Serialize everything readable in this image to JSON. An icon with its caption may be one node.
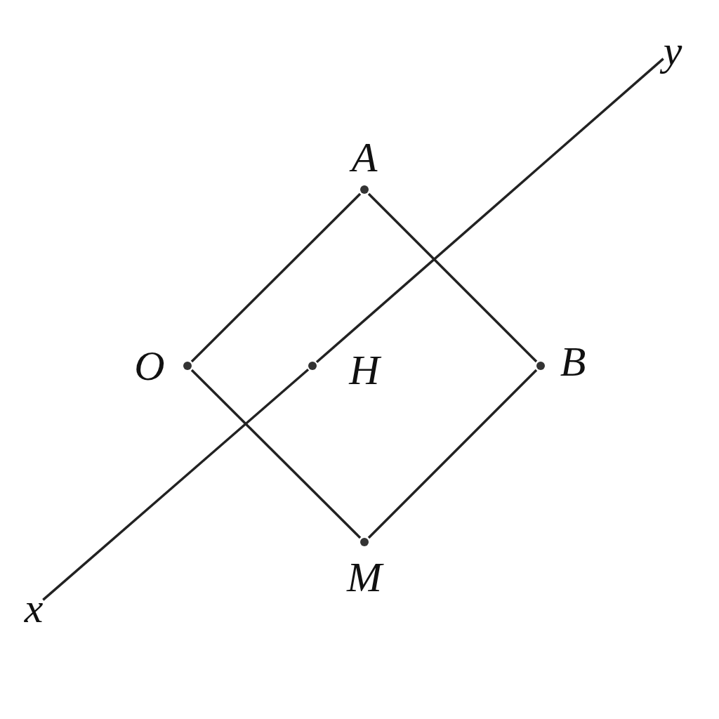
{
  "diagram": {
    "nodes": [
      {
        "text": [
          "y"
        ]
      },
      {
        "text": [
          "A"
        ]
      },
      {
        "text": [
          "O"
        ]
      },
      {
        "text": [
          "H"
        ]
      },
      {
        "text": [
          "B"
        ]
      },
      {
        "text": [
          "M"
        ]
      },
      {
        "text": [
          "x"
        ]
      }
    ],
    "edges": [
      {
        "from": 2,
        "to": 1,
        "arrow": "none"
      },
      {
        "from": 1,
        "to": 4,
        "arrow": "none"
      },
      {
        "from": 4,
        "to": 5,
        "arrow": "none"
      },
      {
        "from": 5,
        "to": 2,
        "arrow": "none"
      },
      {
        "from": 6,
        "to": 3,
        "arrow": "none"
      },
      {
        "from": 3,
        "to": 0,
        "arrow": "none"
      }
    ]
  }
}
